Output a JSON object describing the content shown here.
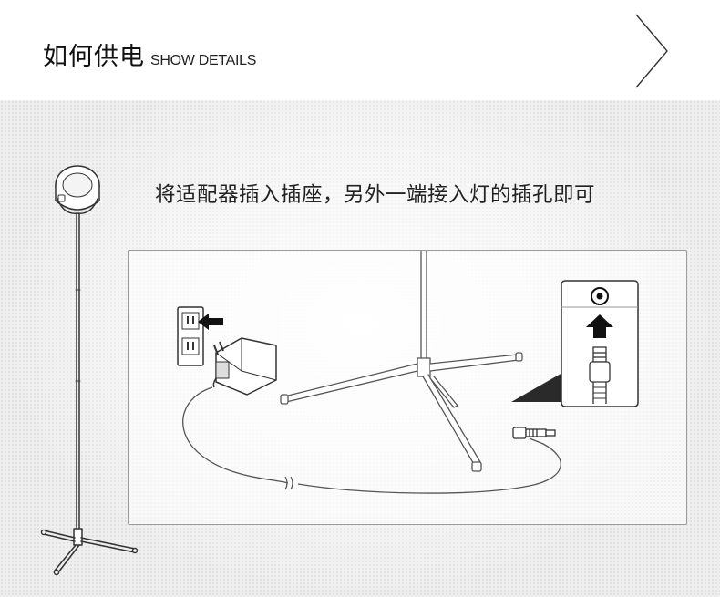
{
  "header": {
    "title": "如何供电",
    "subtitle": "SHOW DETAILS",
    "next_icon": "chevron-right-icon"
  },
  "main": {
    "instruction": "将适配器插入插座，另外一端接入灯的插孔即可"
  },
  "icons": {
    "lamp": "floor-lamp-illustration",
    "outlet": "wall-outlet-icon",
    "adapter": "power-adapter-icon",
    "arrow": "arrow-icon",
    "tripod": "tripod-stand-illustration",
    "plug": "dc-plug-icon",
    "socket": "dc-socket-icon"
  },
  "colors": {
    "text": "#222222",
    "line": "#333333",
    "panel_bg": "#efefef",
    "accent": "#111111"
  }
}
